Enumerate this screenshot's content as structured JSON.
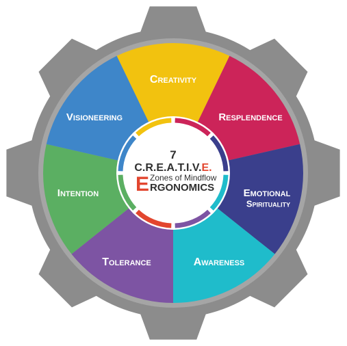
{
  "diagram": {
    "center": {
      "number": "7",
      "acronym": "C.R.E.A.T.I.V.",
      "acronym_accent": "E.",
      "subtitle": "Zones of Mindflow",
      "big_letter": "E",
      "word_rest": "RGONOMICS"
    },
    "segments": [
      {
        "label": "Creativity",
        "color": "#F2C20F"
      },
      {
        "label": "Resplendence",
        "color": "#CC2459"
      },
      {
        "label_line1": "Emotional",
        "label_line2": "Spirituality",
        "color": "#3A3F8C"
      },
      {
        "label": "Awareness",
        "color": "#1FBCCB"
      },
      {
        "label": "Tolerance",
        "color": "#7D54A3"
      },
      {
        "label": "Intention",
        "color": "#5BAF62"
      },
      {
        "label": "Visioneering",
        "color": "#3E86C9"
      }
    ],
    "colors": {
      "gear": "#8C8C8C",
      "gear_inner": "#A5A5A5",
      "accent_red": "#E2462F",
      "center_text": "#2F2F2F"
    }
  }
}
